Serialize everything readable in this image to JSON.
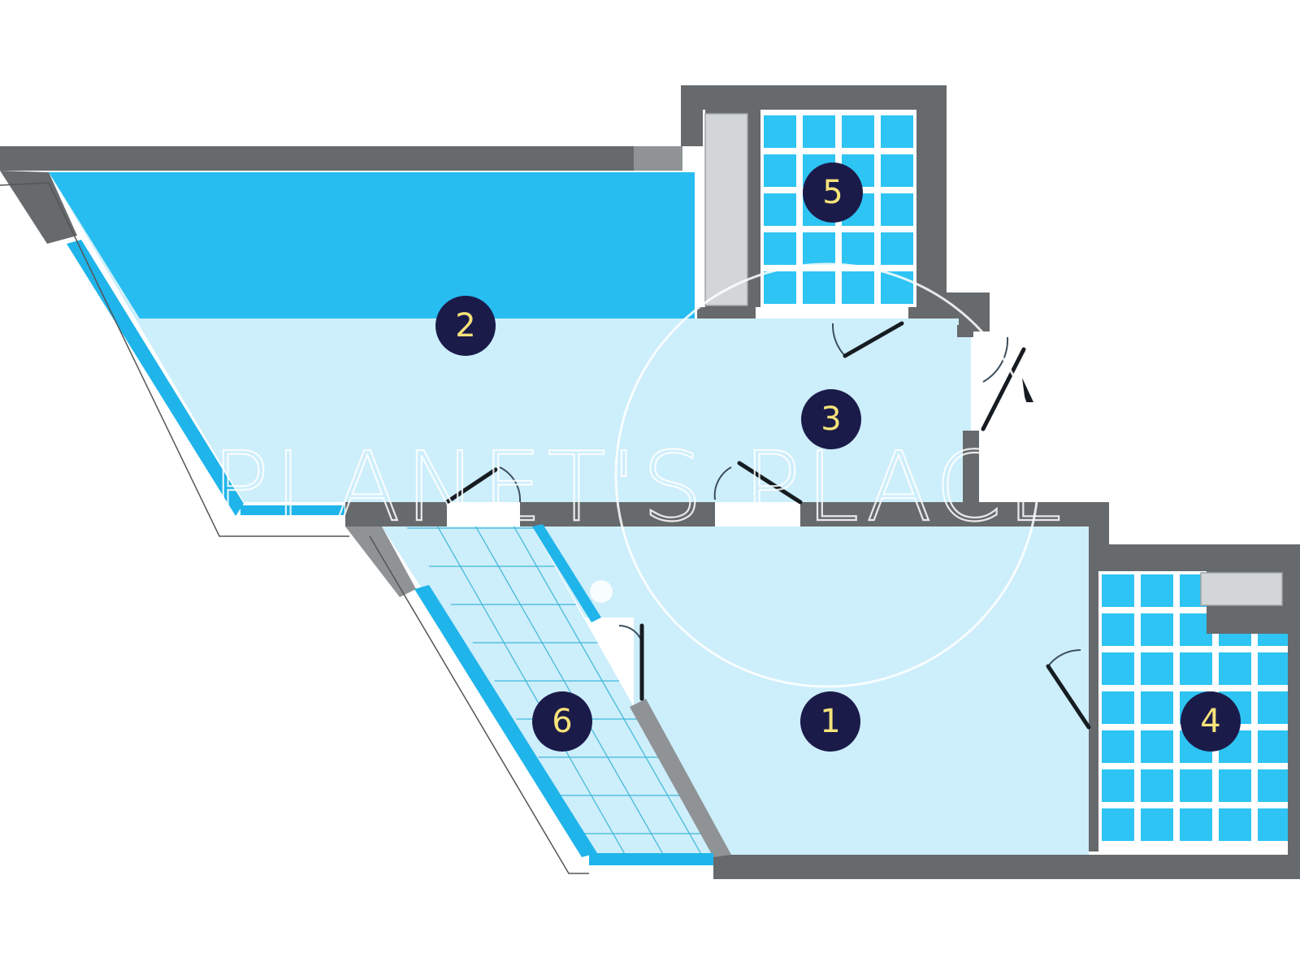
{
  "rooms": [
    {
      "id": "room-1",
      "label": "1"
    },
    {
      "id": "room-2",
      "label": "2"
    },
    {
      "id": "room-3",
      "label": "3"
    },
    {
      "id": "room-4",
      "label": "4"
    },
    {
      "id": "room-5",
      "label": "5"
    },
    {
      "id": "room-6",
      "label": "6"
    }
  ],
  "watermark": {
    "text": "PLANET'S PLACE"
  },
  "colors": {
    "room_fill": "#cdeefb",
    "living_top": "#27bdf0",
    "tile": "#2ec4f3",
    "wall": "#666a6d",
    "label_circle": "#1b1b4a",
    "label_text": "#f6e37a"
  }
}
